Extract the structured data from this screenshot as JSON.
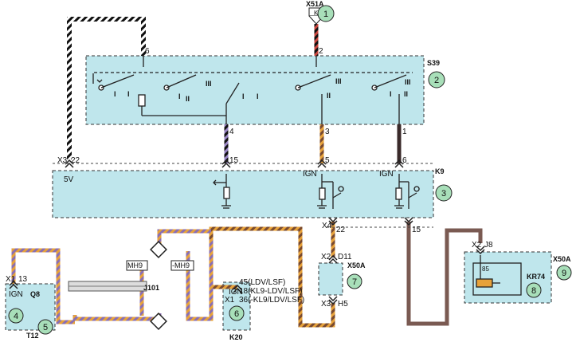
{
  "labels": {
    "x51a": "X51A",
    "k": "K",
    "s39": "S39",
    "k9": "K9",
    "x50a_left": "X50A",
    "x50a_right": "X50A",
    "kr74": "KR74",
    "x3_22": "X3",
    "pin_22_top": "22",
    "v5": "5V",
    "x4": "X4",
    "pin_22_bot": "22",
    "pin_15_bot": "15",
    "pin_6_top": "6",
    "pin_2_top": "2",
    "pin_4": "4",
    "pin_3": "3",
    "pin_1": "1",
    "pin_15_k9": "15",
    "pin_5_k9": "5",
    "pin_6_k9": "6",
    "ign_k9_mid": "IGN",
    "ign_k9_right": "IGN",
    "x2_d11": "X2",
    "d11": "D11",
    "x3_h5": "X3",
    "h5": "H5",
    "x2_j8": "X2",
    "j8": "J8",
    "pin_85": "85",
    "mh9_left": "MH9",
    "mh9_right": "-MH9",
    "j101": "J101",
    "x1_13": "X1",
    "pin_13": "13",
    "ign_q8": "IGN",
    "q8": "Q8",
    "t12": "T12",
    "x1_k20": "X1",
    "ign_k20": "IGN",
    "k20": "K20",
    "note1": "45(LDV/LSF)",
    "note2": "18(KL9-LDV/LSF)",
    "note3": "36(-KL9/LDV/LSF)",
    "roman_i": "I",
    "roman_ii": "II",
    "roman_iii": "III"
  },
  "callouts": [
    "1",
    "2",
    "3",
    "4",
    "5",
    "6",
    "7",
    "8",
    "9"
  ],
  "colors": {
    "module_fill": "#bfe6ec",
    "callout_fill": "#a8dfb9",
    "wire_brown": "#7a4a2e",
    "wire_orange": "#e7a23a",
    "wire_purple": "#8a6fb1",
    "wire_black": "#111111",
    "wire_red": "#c9473f"
  }
}
